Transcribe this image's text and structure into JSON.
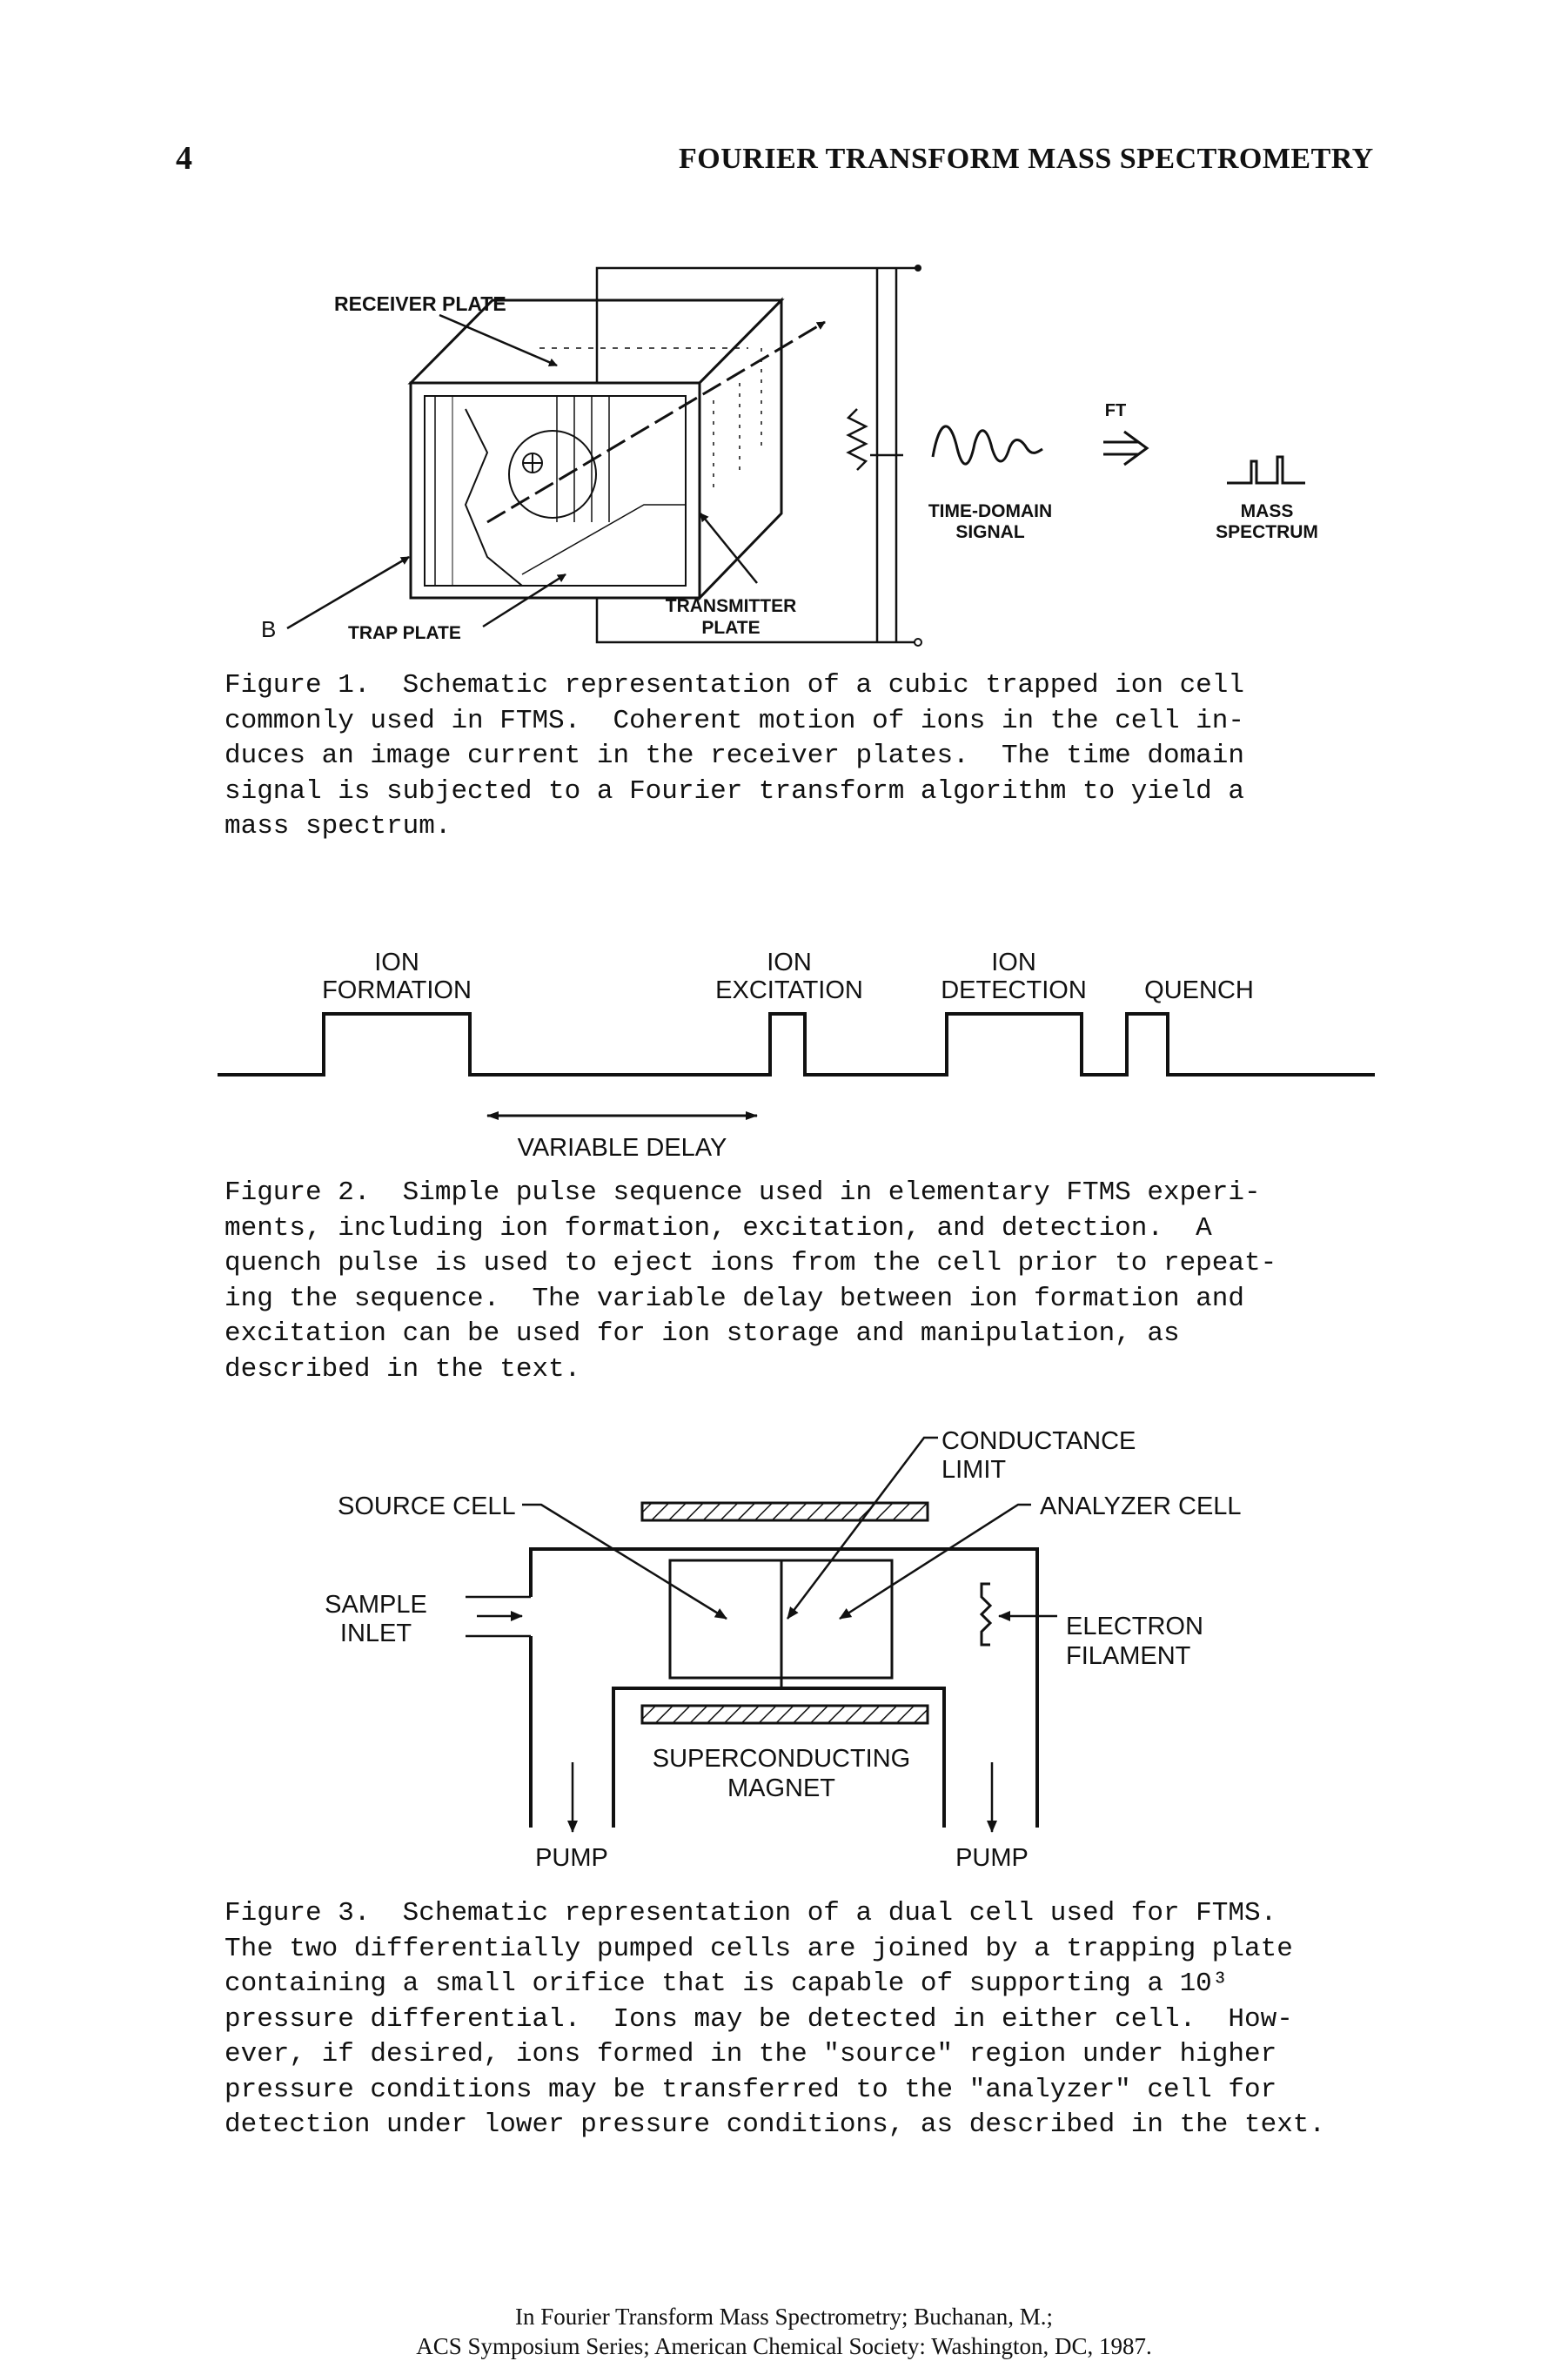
{
  "header": {
    "page_number": "4",
    "running_title": "FOURIER TRANSFORM MASS SPECTROMETRY"
  },
  "figure1": {
    "labels": {
      "receiver_plate": "RECEIVER PLATE",
      "b": "B",
      "trap_plate": "TRAP PLATE",
      "transmitter_plate_1": "TRANSMITTER",
      "transmitter_plate_2": "PLATE",
      "ft": "FT",
      "time_domain_1": "TIME-DOMAIN",
      "time_domain_2": "SIGNAL",
      "mass_spectrum_1": "MASS",
      "mass_spectrum_2": "SPECTRUM"
    },
    "caption_lines": [
      "Figure 1.  Schematic representation of a cubic trapped ion cell",
      "commonly used in FTMS.  Coherent motion of ions in the cell in-",
      "duces an image current in the receiver plates.  The time domain",
      "signal is subjected to a Fourier transform algorithm to yield a",
      "mass spectrum."
    ]
  },
  "figure2": {
    "labels": {
      "ion_formation_1": "ION",
      "ion_formation_2": "FORMATION",
      "ion_excitation_1": "ION",
      "ion_excitation_2": "EXCITATION",
      "ion_detection_1": "ION",
      "ion_detection_2": "DETECTION",
      "quench": "QUENCH",
      "variable_delay": "VARIABLE DELAY"
    },
    "caption_lines": [
      "Figure 2.  Simple pulse sequence used in elementary FTMS experi-",
      "ments, including ion formation, excitation, and detection.  A",
      "quench pulse is used to eject ions from the cell prior to repeat-",
      "ing the sequence.  The variable delay between ion formation and",
      "excitation can be used for ion storage and manipulation, as",
      "described in the text."
    ]
  },
  "figure3": {
    "labels": {
      "conductance_limit_1": "CONDUCTANCE",
      "conductance_limit_2": "LIMIT",
      "source_cell": "SOURCE CELL",
      "analyzer_cell": "ANALYZER CELL",
      "sample_inlet_1": "SAMPLE",
      "sample_inlet_2": "INLET",
      "electron_filament_1": "ELECTRON",
      "electron_filament_2": "FILAMENT",
      "superconducting_magnet_1": "SUPERCONDUCTING",
      "superconducting_magnet_2": "MAGNET",
      "pump_left": "PUMP",
      "pump_right": "PUMP"
    },
    "caption_lines": [
      "Figure 3.  Schematic representation of a dual cell used for FTMS.",
      "The two differentially pumped cells are joined by a trapping plate",
      "containing a small orifice that is capable of supporting a 10³",
      "pressure differential.  Ions may be detected in either cell.  How-",
      "ever, if desired, ions formed in the \"source\" region under higher",
      "pressure conditions may be transferred to the \"analyzer\" cell for",
      "detection under lower pressure conditions, as described in the text."
    ]
  },
  "footer": {
    "line1": "In Fourier Transform Mass Spectrometry; Buchanan, M.;",
    "line2": "ACS Symposium Series; American Chemical Society: Washington, DC, 1987."
  }
}
